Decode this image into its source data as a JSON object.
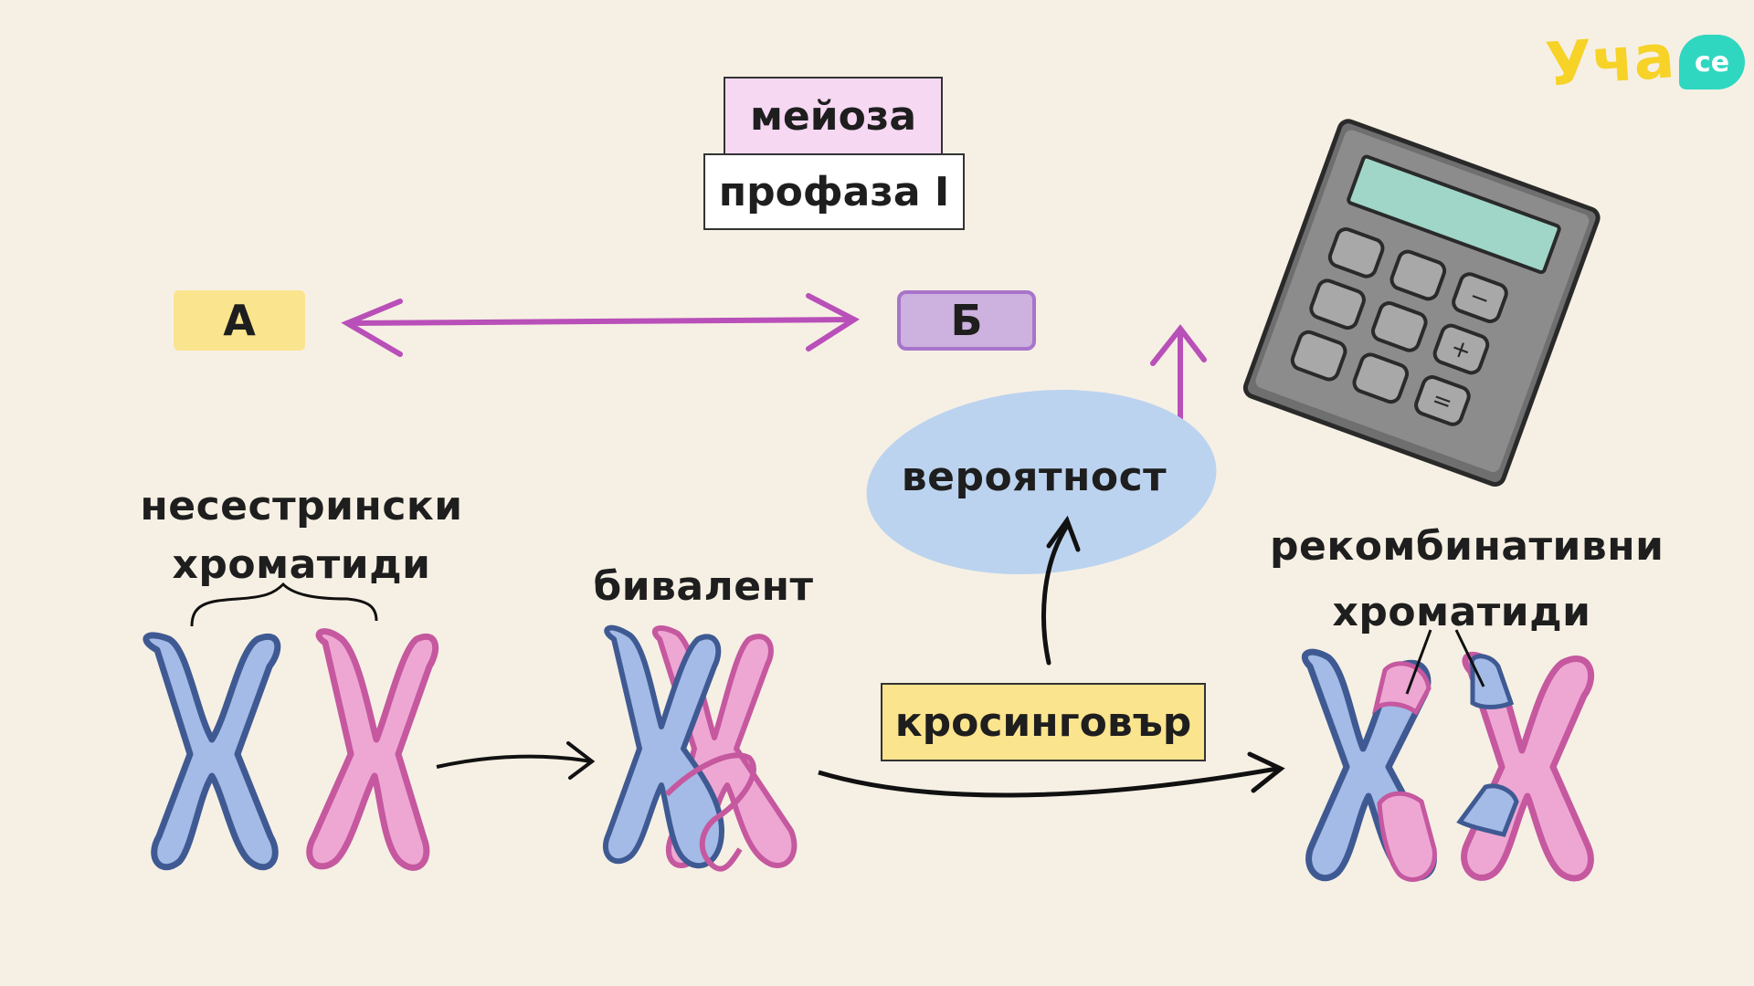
{
  "labels": {
    "meioza": "мейоза",
    "profaza": "профаза I",
    "a": "А",
    "b": "Б",
    "probability": "вероятност",
    "nonsister_line1": "несестрински",
    "nonsister_line2": "хроматиди",
    "bivalent": "бивалент",
    "crossingover": "кросинговър",
    "recomb_line1": "рекомбинативни",
    "recomb_line2": "хроматиди"
  },
  "logo": {
    "text": "Уча",
    "badge": "се"
  },
  "colors": {
    "background": "#f6f0e4",
    "chromosome_blue": "#a3bbe6",
    "chromosome_blue_outline": "#3f5a93",
    "chromosome_pink": "#eea7d3",
    "chromosome_pink_outline": "#c5589f",
    "arrow_magenta": "#b94fb8",
    "ellipse_blue": "#bcd3ef",
    "box_yellow": "#fbe48e",
    "box_purple": "#cdb1de",
    "box_pink": "#f6d8f2"
  },
  "icons": [
    "calculator-icon",
    "double-arrow",
    "up-arrow",
    "curved-arrow"
  ]
}
